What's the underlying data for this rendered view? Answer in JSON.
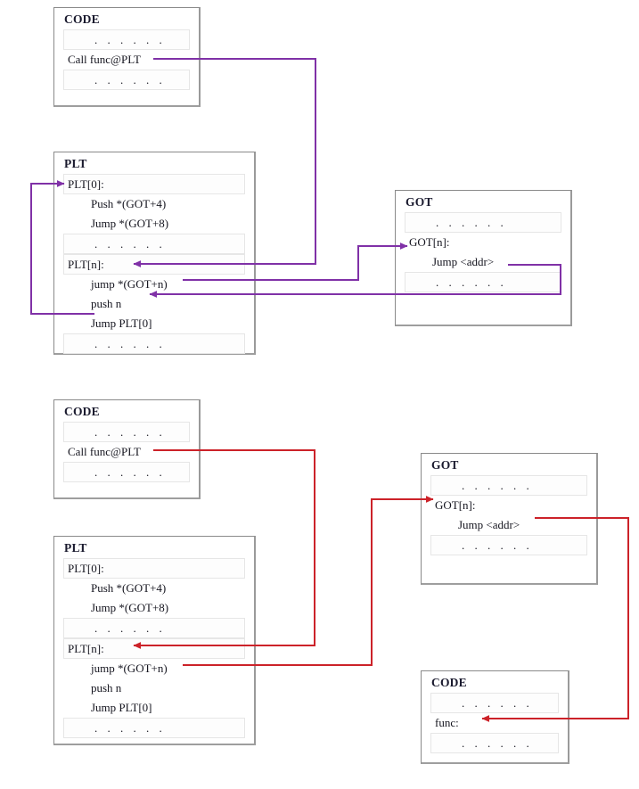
{
  "diagram": {
    "title": "PLT/GOT lazy binding and resolved call flow",
    "colors": {
      "lazy_arrow": "#8031a7",
      "resolved_arrow": "#cc2229",
      "box_border": "#8a8a8a",
      "cell_border": "#e6e6e6",
      "text": "#15151f"
    },
    "dots": ". . . . . ."
  },
  "top": {
    "code": {
      "title": "CODE",
      "rows": [
        {
          "text": ". . . . . .",
          "style": "cell",
          "indent": 1
        },
        {
          "text": "Call func@PLT",
          "style": "plain",
          "indent": 0
        },
        {
          "text": ". . . . . .",
          "style": "cell",
          "indent": 1
        }
      ]
    },
    "plt": {
      "title": "PLT",
      "rows": [
        {
          "text": "PLT[0]:",
          "style": "cell",
          "indent": 0
        },
        {
          "text": "Push *(GOT+4)",
          "style": "plain",
          "indent": 1
        },
        {
          "text": "Jump *(GOT+8)",
          "style": "plain",
          "indent": 1
        },
        {
          "text": ". . . . . .",
          "style": "cell",
          "indent": 1
        },
        {
          "text": "PLT[n]:",
          "style": "cell",
          "indent": 0
        },
        {
          "text": "jump *(GOT+n)",
          "style": "plain",
          "indent": 1
        },
        {
          "text": "push n",
          "style": "plain",
          "indent": 1
        },
        {
          "text": "Jump PLT[0]",
          "style": "plain",
          "indent": 1
        },
        {
          "text": ". . . . . .",
          "style": "cell",
          "indent": 1
        }
      ]
    },
    "got": {
      "title": "GOT",
      "rows": [
        {
          "text": ". . . . . .",
          "style": "cell",
          "indent": 1
        },
        {
          "text": "GOT[n]:",
          "style": "plain",
          "indent": 0
        },
        {
          "text": "Jump <addr>",
          "style": "plain",
          "indent": 1
        },
        {
          "text": ". . . . . .",
          "style": "cell",
          "indent": 1
        }
      ]
    }
  },
  "bottom": {
    "code": {
      "title": "CODE",
      "rows": [
        {
          "text": ". . . . . .",
          "style": "cell",
          "indent": 1
        },
        {
          "text": "Call func@PLT",
          "style": "plain",
          "indent": 0
        },
        {
          "text": ". . . . . .",
          "style": "cell",
          "indent": 1
        }
      ]
    },
    "plt": {
      "title": "PLT",
      "rows": [
        {
          "text": "PLT[0]:",
          "style": "cell",
          "indent": 0
        },
        {
          "text": "Push *(GOT+4)",
          "style": "plain",
          "indent": 1
        },
        {
          "text": "Jump *(GOT+8)",
          "style": "plain",
          "indent": 1
        },
        {
          "text": ". . . . . .",
          "style": "cell",
          "indent": 1
        },
        {
          "text": "PLT[n]:",
          "style": "cell",
          "indent": 0
        },
        {
          "text": "jump *(GOT+n)",
          "style": "plain",
          "indent": 1
        },
        {
          "text": "push n",
          "style": "plain",
          "indent": 1
        },
        {
          "text": "Jump PLT[0]",
          "style": "plain",
          "indent": 1
        },
        {
          "text": ". . . . . .",
          "style": "cell",
          "indent": 1
        }
      ]
    },
    "got": {
      "title": "GOT",
      "rows": [
        {
          "text": ". . . . . .",
          "style": "cell",
          "indent": 1
        },
        {
          "text": "GOT[n]:",
          "style": "plain",
          "indent": 0
        },
        {
          "text": "Jump <addr>",
          "style": "plain",
          "indent": 1
        },
        {
          "text": ". . . . . .",
          "style": "cell",
          "indent": 1
        }
      ]
    },
    "func_code": {
      "title": "CODE",
      "rows": [
        {
          "text": ". . . . . .",
          "style": "cell",
          "indent": 1
        },
        {
          "text": "func:",
          "style": "plain",
          "indent": 0
        },
        {
          "text": ". . . . . .",
          "style": "cell",
          "indent": 1
        }
      ]
    }
  },
  "arrows": {
    "top": [
      {
        "name": "call-to-pltn",
        "color": "#8031a7"
      },
      {
        "name": "pltn-jump-to-gotn",
        "color": "#8031a7"
      },
      {
        "name": "got-jump-to-pushn",
        "color": "#8031a7"
      },
      {
        "name": "jump-plt0-to-plt0",
        "color": "#8031a7"
      }
    ],
    "bottom": [
      {
        "name": "call-to-pltn",
        "color": "#cc2229"
      },
      {
        "name": "pltn-jump-to-gotn",
        "color": "#cc2229"
      },
      {
        "name": "got-jump-to-func",
        "color": "#cc2229"
      }
    ]
  }
}
